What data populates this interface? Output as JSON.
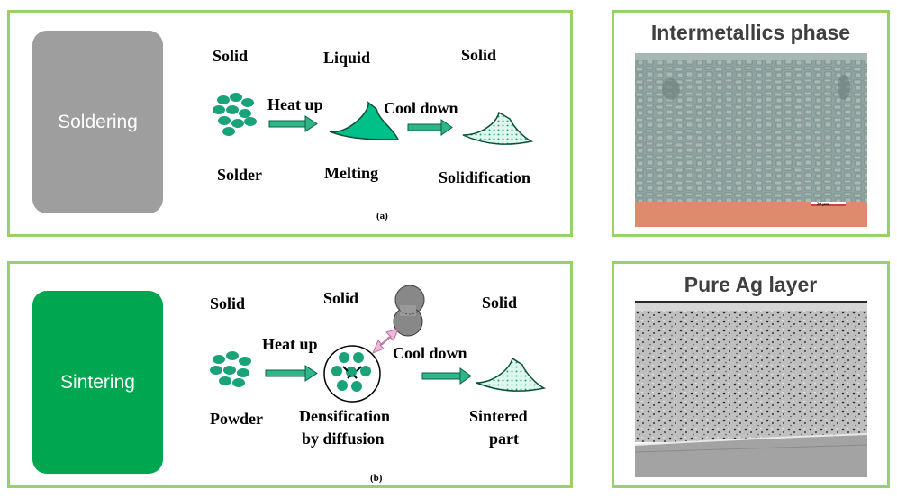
{
  "soldering": {
    "badge": "Soldering",
    "badge_color": "#9e9e9e",
    "states": [
      "Solid",
      "Liquid",
      "Solid"
    ],
    "arrow1": "Heat up",
    "arrow2": "Cool down",
    "stages": [
      "Solder",
      "Melting",
      "Solidification"
    ],
    "caption": "(a)"
  },
  "sintering": {
    "badge": "Sintering",
    "badge_color": "#00a650",
    "states": [
      "Solid",
      "Solid",
      "Solid"
    ],
    "arrow1": "Heat up",
    "arrow2": "Cool down",
    "stages": [
      "Powder",
      "Densification",
      "by diffusion",
      "Sintered",
      "part"
    ],
    "caption": "(b)"
  },
  "micrograph_top": {
    "title": "Intermetallics phase",
    "scale_label": "20 µm"
  },
  "micrograph_bottom": {
    "title": "Pure Ag layer"
  },
  "colors": {
    "frame": "#9bd065",
    "particle": "#1aa37a",
    "arrow": "#2fb58a"
  }
}
